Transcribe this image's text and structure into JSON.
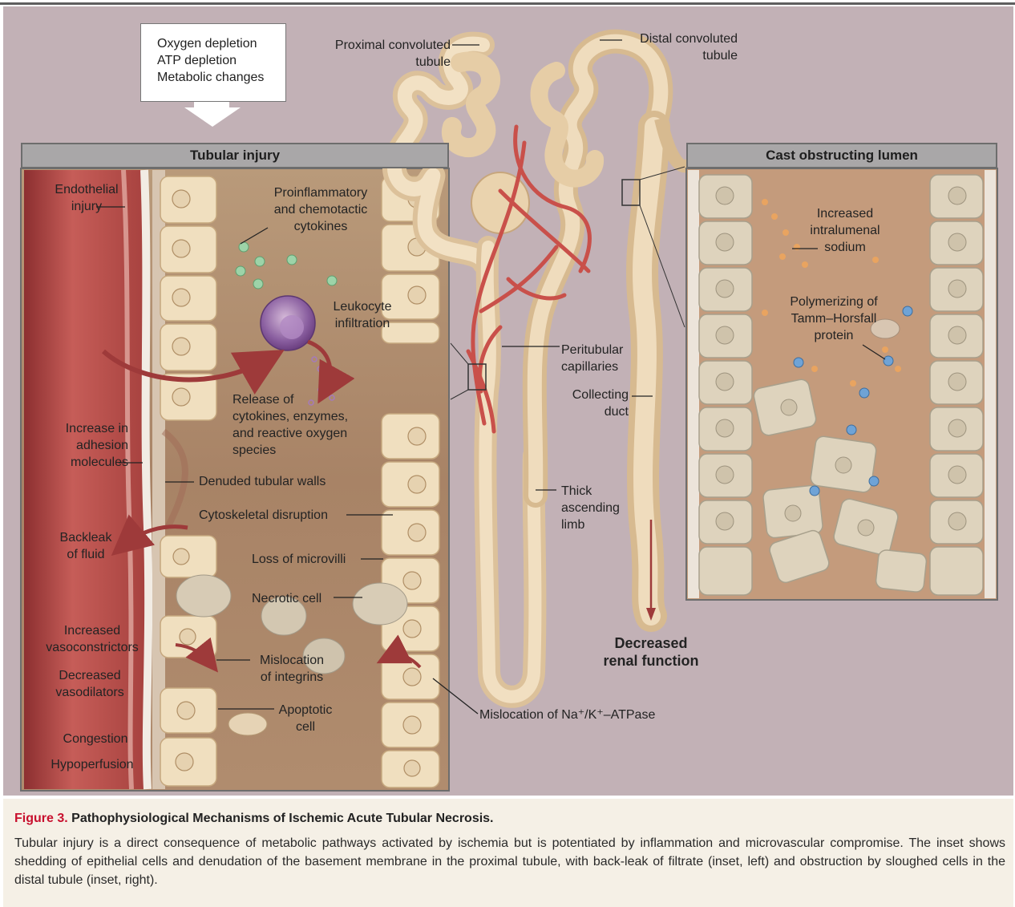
{
  "trigger_box": {
    "lines": [
      "Oxygen depletion",
      "ATP depletion",
      "Metabolic changes"
    ]
  },
  "panels": {
    "left_title": "Tubular injury",
    "right_title": "Cast obstructing lumen"
  },
  "nephron_labels": {
    "proximal": "Proximal convoluted\ntubule",
    "distal": "Distal convoluted\ntubule",
    "peritubular": "Peritubular\ncapillaries",
    "collecting": "Collecting\nduct",
    "thick_limb": "Thick\nascending\nlimb",
    "outcome": "Decreased\nrenal function"
  },
  "left_panel_labels": {
    "endothelial": "Endothelial\ninjury",
    "cytokines": "Proinflammatory\nand chemotactic\ncytokines",
    "leukocyte": "Leukocyte\ninfiltration",
    "release": "Release of\ncytokines, enzymes,\nand reactive oxygen\nspecies",
    "adhesion": "Increase in\nadhesion\nmolecules",
    "denuded": "Denuded tubular walls",
    "cytoskeletal": "Cytoskeletal disruption",
    "backleak": "Backleak\nof fluid",
    "microvilli": "Loss of microvilli",
    "necrotic": "Necrotic cell",
    "vasoconstrictors": "Increased\nvasoconstrictors",
    "vasodilators": "Decreased\nvasodilators",
    "integrins": "Mislocation\nof integrins",
    "apoptotic": "Apoptotic\ncell",
    "congestion": "Congestion",
    "hypoperfusion": "Hypoperfusion",
    "atpase": "Mislocation of Na⁺/K⁺–ATPase"
  },
  "right_panel_labels": {
    "sodium": "Increased\nintralumenal\nsodium",
    "tamm": "Polymerizing of\nTamm–Horsfall\nprotein"
  },
  "caption": {
    "figure_number": "Figure 3.",
    "title": "Pathophysiological Mechanisms of Ischemic Acute Tubular Necrosis.",
    "body": "Tubular injury is a direct consequence of metabolic pathways activated by ischemia but is potentiated by inflammation and microvascular compromise. The inset shows shedding of epithelial cells and denudation of the basement membrane in the proximal tubule, with back-leak of filtrate (inset, left) and obstruction by sloughed cells in the distal tubule (inset, right)."
  },
  "colors": {
    "background": "#c2b1b6",
    "tubule": "#e8cfa8",
    "capillary": "#c9504a",
    "lumen": "#b79677",
    "vessel": "#b8504e",
    "caption_bg": "#f5f0e6",
    "figure_number": "#c8102e"
  }
}
